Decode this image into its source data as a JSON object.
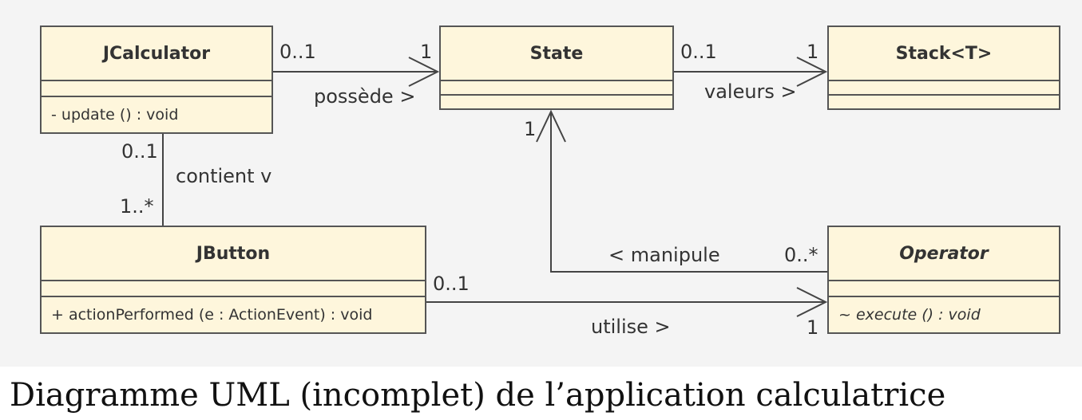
{
  "classes": {
    "jcalculator": {
      "name": "JCalculator",
      "operation": "- update () : void"
    },
    "state": {
      "name": "State"
    },
    "stack": {
      "name": "Stack<T>"
    },
    "jbutton": {
      "name": "JButton",
      "operation": "+ actionPerformed (e : ActionEvent) : void"
    },
    "operator": {
      "name": "Operator",
      "operation": "~ execute () : void"
    }
  },
  "associations": {
    "possede": {
      "label": "possède >",
      "source_mult": "0..1",
      "target_mult": "1"
    },
    "valeurs": {
      "label": "valeurs >",
      "source_mult": "0..1",
      "target_mult": "1"
    },
    "contient": {
      "label": "contient v",
      "source_mult": "0..1",
      "target_mult": "1..*"
    },
    "manipule": {
      "label": "< manipule",
      "source_mult": "0..*",
      "target_mult": "1"
    },
    "utilise": {
      "label": "utilise >",
      "source_mult": "0..1",
      "target_mult": "1"
    }
  },
  "caption": "Diagramme UML (incomplet) de l’application calculatrice",
  "colors": {
    "class_fill": "#fef6dc",
    "border": "#555555",
    "line": "#444444",
    "background": "#f4f4f4"
  }
}
